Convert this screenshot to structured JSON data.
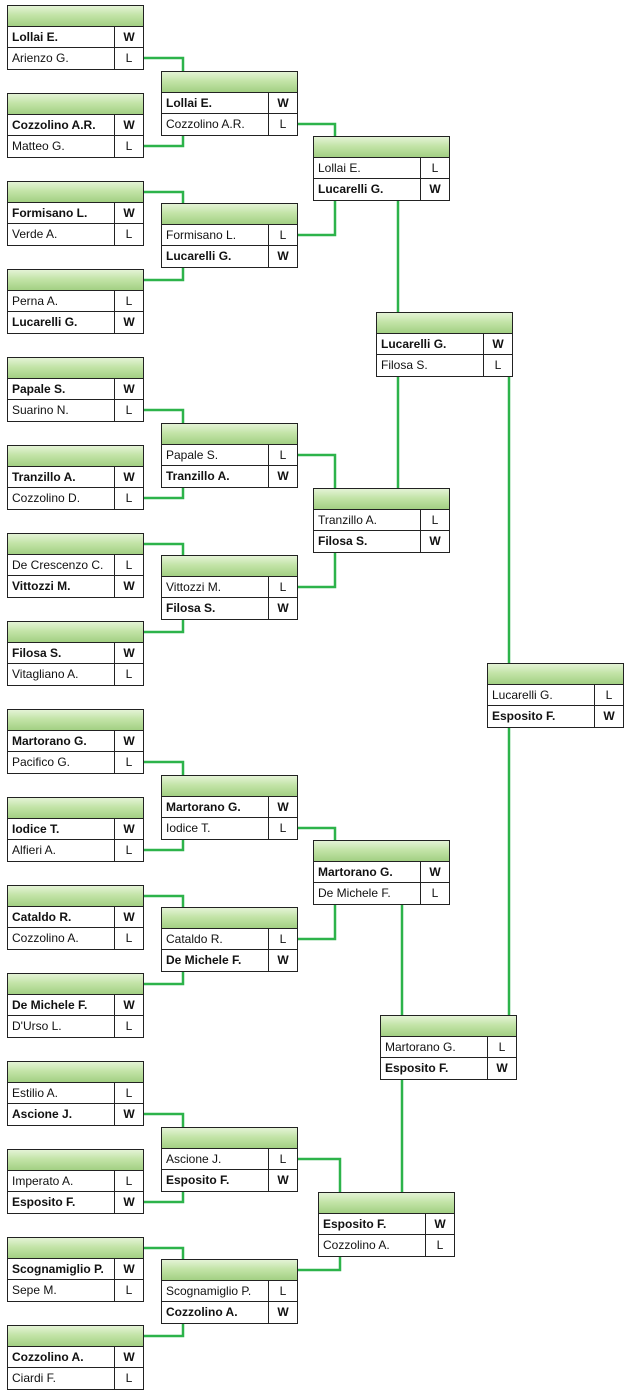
{
  "colors": {
    "connector": "#2db34a",
    "header": "#b7dd9a",
    "border": "#222222"
  },
  "matches": [
    {
      "id": "r1m1",
      "players": [
        {
          "name": "Lollai E.",
          "result": "W",
          "win": true
        },
        {
          "name": "Arienzo G.",
          "result": "L",
          "win": false
        }
      ]
    },
    {
      "id": "r1m2",
      "players": [
        {
          "name": "Cozzolino A.R.",
          "result": "W",
          "win": true
        },
        {
          "name": "Matteo G.",
          "result": "L",
          "win": false
        }
      ]
    },
    {
      "id": "r1m3",
      "players": [
        {
          "name": "Formisano L.",
          "result": "W",
          "win": true
        },
        {
          "name": "Verde A.",
          "result": "L",
          "win": false
        }
      ]
    },
    {
      "id": "r1m4",
      "players": [
        {
          "name": "Perna A.",
          "result": "L",
          "win": false
        },
        {
          "name": "Lucarelli G.",
          "result": "W",
          "win": true
        }
      ]
    },
    {
      "id": "r1m5",
      "players": [
        {
          "name": "Papale S.",
          "result": "W",
          "win": true
        },
        {
          "name": "Suarino N.",
          "result": "L",
          "win": false
        }
      ]
    },
    {
      "id": "r1m6",
      "players": [
        {
          "name": "Tranzillo A.",
          "result": "W",
          "win": true
        },
        {
          "name": "Cozzolino D.",
          "result": "L",
          "win": false
        }
      ]
    },
    {
      "id": "r1m7",
      "players": [
        {
          "name": "De Crescenzo C.",
          "result": "L",
          "win": false
        },
        {
          "name": "Vittozzi M.",
          "result": "W",
          "win": true
        }
      ]
    },
    {
      "id": "r1m8",
      "players": [
        {
          "name": "Filosa S.",
          "result": "W",
          "win": true
        },
        {
          "name": "Vitagliano A.",
          "result": "L",
          "win": false
        }
      ]
    },
    {
      "id": "r1m9",
      "players": [
        {
          "name": "Martorano G.",
          "result": "W",
          "win": true
        },
        {
          "name": "Pacifico G.",
          "result": "L",
          "win": false
        }
      ]
    },
    {
      "id": "r1m10",
      "players": [
        {
          "name": "Iodice T.",
          "result": "W",
          "win": true
        },
        {
          "name": "Alfieri A.",
          "result": "L",
          "win": false
        }
      ]
    },
    {
      "id": "r1m11",
      "players": [
        {
          "name": "Cataldo R.",
          "result": "W",
          "win": true
        },
        {
          "name": "Cozzolino A.",
          "result": "L",
          "win": false
        }
      ]
    },
    {
      "id": "r1m12",
      "players": [
        {
          "name": "De Michele F.",
          "result": "W",
          "win": true
        },
        {
          "name": "D'Urso L.",
          "result": "L",
          "win": false
        }
      ]
    },
    {
      "id": "r1m13",
      "players": [
        {
          "name": "Estilio A.",
          "result": "L",
          "win": false
        },
        {
          "name": "Ascione J.",
          "result": "W",
          "win": true
        }
      ]
    },
    {
      "id": "r1m14",
      "players": [
        {
          "name": "Imperato A.",
          "result": "L",
          "win": false
        },
        {
          "name": "Esposito F.",
          "result": "W",
          "win": true
        }
      ]
    },
    {
      "id": "r1m15",
      "players": [
        {
          "name": "Scognamiglio P.",
          "result": "W",
          "win": true
        },
        {
          "name": "Sepe M.",
          "result": "L",
          "win": false
        }
      ]
    },
    {
      "id": "r1m16",
      "players": [
        {
          "name": "Cozzolino A.",
          "result": "W",
          "win": true
        },
        {
          "name": "Ciardi F.",
          "result": "L",
          "win": false
        }
      ]
    },
    {
      "id": "r2m1",
      "players": [
        {
          "name": "Lollai E.",
          "result": "W",
          "win": true
        },
        {
          "name": "Cozzolino A.R.",
          "result": "L",
          "win": false
        }
      ]
    },
    {
      "id": "r2m2",
      "players": [
        {
          "name": "Formisano L.",
          "result": "L",
          "win": false
        },
        {
          "name": "Lucarelli G.",
          "result": "W",
          "win": true
        }
      ]
    },
    {
      "id": "r2m3",
      "players": [
        {
          "name": "Papale S.",
          "result": "L",
          "win": false
        },
        {
          "name": "Tranzillo A.",
          "result": "W",
          "win": true
        }
      ]
    },
    {
      "id": "r2m4",
      "players": [
        {
          "name": "Vittozzi M.",
          "result": "L",
          "win": false
        },
        {
          "name": "Filosa S.",
          "result": "W",
          "win": true
        }
      ]
    },
    {
      "id": "r2m5",
      "players": [
        {
          "name": "Martorano G.",
          "result": "W",
          "win": true
        },
        {
          "name": "Iodice T.",
          "result": "L",
          "win": false
        }
      ]
    },
    {
      "id": "r2m6",
      "players": [
        {
          "name": "Cataldo R.",
          "result": "L",
          "win": false
        },
        {
          "name": "De Michele F.",
          "result": "W",
          "win": true
        }
      ]
    },
    {
      "id": "r2m7",
      "players": [
        {
          "name": "Ascione J.",
          "result": "L",
          "win": false
        },
        {
          "name": "Esposito F.",
          "result": "W",
          "win": true
        }
      ]
    },
    {
      "id": "r2m8",
      "players": [
        {
          "name": "Scognamiglio P.",
          "result": "L",
          "win": false
        },
        {
          "name": "Cozzolino A.",
          "result": "W",
          "win": true
        }
      ]
    },
    {
      "id": "r3m1",
      "players": [
        {
          "name": "Lollai E.",
          "result": "L",
          "win": false
        },
        {
          "name": "Lucarelli G.",
          "result": "W",
          "win": true
        }
      ]
    },
    {
      "id": "r3m2",
      "players": [
        {
          "name": "Tranzillo A.",
          "result": "L",
          "win": false
        },
        {
          "name": "Filosa S.",
          "result": "W",
          "win": true
        }
      ]
    },
    {
      "id": "r3m3",
      "players": [
        {
          "name": "Martorano G.",
          "result": "W",
          "win": true
        },
        {
          "name": "De Michele F.",
          "result": "L",
          "win": false
        }
      ]
    },
    {
      "id": "r3m4",
      "players": [
        {
          "name": "Esposito F.",
          "result": "W",
          "win": true
        },
        {
          "name": "Cozzolino A.",
          "result": "L",
          "win": false
        }
      ]
    },
    {
      "id": "r4m1",
      "players": [
        {
          "name": "Lucarelli G.",
          "result": "W",
          "win": true
        },
        {
          "name": "Filosa S.",
          "result": "L",
          "win": false
        }
      ]
    },
    {
      "id": "r4m2",
      "players": [
        {
          "name": "Martorano G.",
          "result": "L",
          "win": false
        },
        {
          "name": "Esposito F.",
          "result": "W",
          "win": true
        }
      ]
    },
    {
      "id": "r5m1",
      "players": [
        {
          "name": "Lucarelli G.",
          "result": "L",
          "win": false
        },
        {
          "name": "Esposito F.",
          "result": "W",
          "win": true
        }
      ]
    }
  ]
}
